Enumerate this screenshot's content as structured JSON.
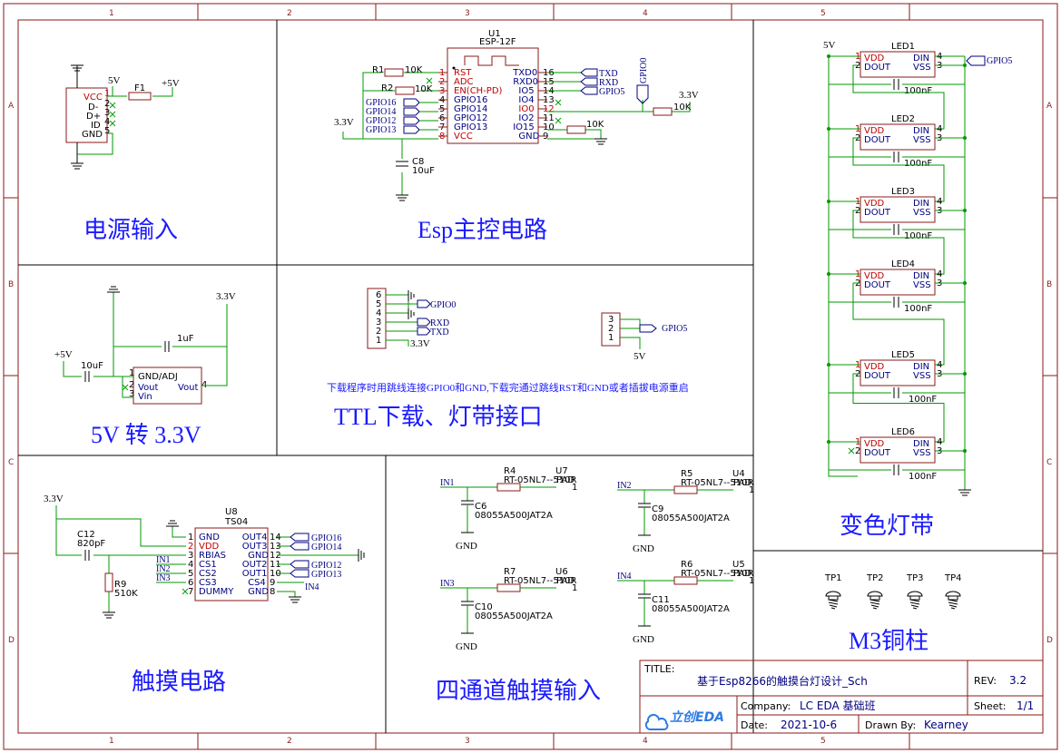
{
  "grid": {
    "cols": [
      "1",
      "2",
      "3",
      "4",
      "5"
    ],
    "rows": [
      "A",
      "B",
      "C",
      "D"
    ]
  },
  "sections": {
    "power": "电源输入",
    "esp": "Esp主控电路",
    "ldo": "5V 转 3.3V",
    "ttl": "TTL下载、灯带接口",
    "strip": "变色灯带",
    "touch": "触摸电路",
    "four": "四通道触摸输入",
    "m3": "M3铜柱"
  },
  "note": "下载程序时用跳线连接GPIO0和GND,下载完通过跳线RST和GND或者插拔电源重启",
  "power_block": {
    "vcc_5v": "5V",
    "out_5v": "+5V",
    "fuse": "F1",
    "pins": [
      "VCC",
      "D-",
      "D+",
      "ID",
      "GND"
    ],
    "pin_nums": [
      "1",
      "2",
      "3",
      "4",
      "5"
    ]
  },
  "esp_block": {
    "ref": "U1",
    "part": "ESP-12F",
    "left_pins": [
      "RST",
      "ADC",
      "EN(CH-PD)",
      "GPIO16",
      "GPIO14",
      "GPIO12",
      "GPIO13",
      "VCC"
    ],
    "left_nums": [
      "1",
      "2",
      "3",
      "4",
      "5",
      "6",
      "7",
      "8"
    ],
    "right_pins": [
      "TXD0",
      "RXD0",
      "IO5",
      "IO4",
      "IO0",
      "IO2",
      "IO15",
      "GND"
    ],
    "right_nums": [
      "16",
      "15",
      "14",
      "13",
      "12",
      "11",
      "10",
      "9"
    ],
    "r1": "R1",
    "r1v": "10K",
    "r2": "R2",
    "r2v": "10K",
    "r15v": "10K",
    "r0v": "10K",
    "vcc": "3.3V",
    "c8": "C8",
    "c8v": "10uF",
    "nets_left": [
      "GPIO16",
      "GPIO14",
      "GPIO12",
      "GPIO13"
    ],
    "nets_right": [
      "TXD",
      "RXD",
      "GPIO5"
    ],
    "gpio0": "GPIO0",
    "pull": "3.3V"
  },
  "ldo_block": {
    "vin": "+5V",
    "vout": "3.3V",
    "c_in": "10uF",
    "c_out": "1uF",
    "pins": [
      "GND/ADJ",
      "Vout",
      "Vin"
    ],
    "pin_nums": [
      "1",
      "2",
      "3"
    ],
    "vout_pin": "Vout",
    "vout_num": "4"
  },
  "ttl_block": {
    "h1_nums": [
      "6",
      "5",
      "4",
      "3",
      "2",
      "1"
    ],
    "h1_nets": [
      "GPIO0",
      "RXD",
      "TXD",
      "3.3V"
    ],
    "h2_nums": [
      "3",
      "2",
      "1"
    ],
    "h2_net": "GPIO5",
    "h2_pwr": "5V"
  },
  "leds": [
    {
      "ref": "LED1",
      "cap": "100nF"
    },
    {
      "ref": "LED2",
      "cap": "100nF"
    },
    {
      "ref": "LED3",
      "cap": "100nF"
    },
    {
      "ref": "LED4",
      "cap": "100nF"
    },
    {
      "ref": "LED5",
      "cap": "100nF"
    },
    {
      "ref": "LED6",
      "cap": "100nF"
    }
  ],
  "led_pins": {
    "vdd": "VDD",
    "dout": "DOUT",
    "din": "DIN",
    "vss": "VSS"
  },
  "led_vcc": "5V",
  "led_in": "GPIO5",
  "touch_block": {
    "ref": "U8",
    "part": "TS04",
    "vcc": "3.3V",
    "c12": "C12",
    "c12v": "820pF",
    "r9": "R9",
    "r9v": "510K",
    "left_pins": [
      "GND",
      "VDD",
      "RBIAS",
      "CS1",
      "CS2",
      "CS3",
      "DUMMY"
    ],
    "left_nums": [
      "1",
      "2",
      "3",
      "4",
      "5",
      "6",
      "7"
    ],
    "right_pins": [
      "OUT4",
      "OUT3",
      "GND",
      "OUT2",
      "OUT1",
      "CS4",
      "GND"
    ],
    "right_nums": [
      "14",
      "13",
      "12",
      "11",
      "10",
      "9",
      "8"
    ],
    "ins": [
      "IN1",
      "IN2",
      "IN3",
      "IN4"
    ],
    "outs": [
      "GPIO16",
      "GPIO14",
      "GPIO12",
      "GPIO13"
    ]
  },
  "touch_inputs": [
    {
      "in": "IN1",
      "r": "R4",
      "rv": "RT-05NL7--510R",
      "u": "U7",
      "c": "C6",
      "cv": "08055A500JAT2A",
      "gnd": "GND"
    },
    {
      "in": "IN2",
      "r": "R5",
      "rv": "RT-05NL7--510R",
      "u": "U4",
      "c": "C9",
      "cv": "08055A500JAT2A",
      "gnd": "GND"
    },
    {
      "in": "IN3",
      "r": "R7",
      "rv": "RT-05NL7--510R",
      "u": "U6",
      "c": "C10",
      "cv": "08055A500JAT2A",
      "gnd": "GND"
    },
    {
      "in": "IN4",
      "r": "R6",
      "rv": "RT-05NL7--510R",
      "u": "U5",
      "c": "C11",
      "cv": "08055A500JAT2A",
      "gnd": "GND"
    }
  ],
  "pad": "PAD",
  "tps": [
    "TP1",
    "TP2",
    "TP3",
    "TP4"
  ],
  "title_block": {
    "title_label": "TITLE:",
    "title": "基于Esp8266的触摸台灯设计_Sch",
    "rev_label": "REV:",
    "rev": "3.2",
    "company_label": "Company:",
    "company": "LC EDA 基础班",
    "sheet_label": "Sheet:",
    "sheet": "1/1",
    "date_label": "Date:",
    "date": "2021-10-6",
    "drawn_label": "Drawn By:",
    "drawn": "Kearney",
    "logo": "立创EDA"
  },
  "colors": {
    "frame": "#8b1a1a",
    "wire": "#009900",
    "title": "#1a1aff",
    "pin_red": "#c00000",
    "net": "#000080"
  }
}
